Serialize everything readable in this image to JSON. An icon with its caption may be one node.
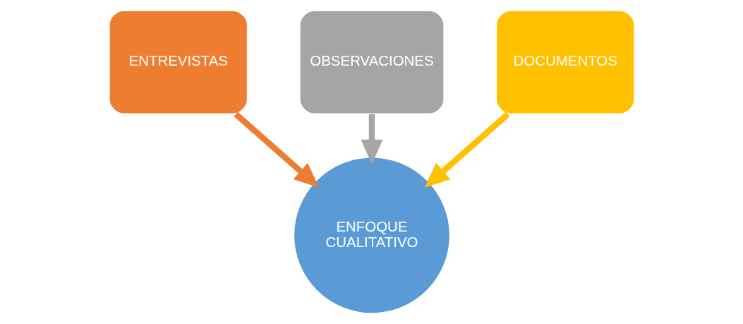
{
  "diagram": {
    "nodes": [
      {
        "text": [
          "ENTREVISTAS"
        ]
      },
      {
        "text": [
          "OBSERVACIONES"
        ]
      },
      {
        "text": [
          "DOCUMENTOS"
        ]
      },
      {
        "text": [
          "ENFOQUE CUALITATIVO"
        ]
      }
    ],
    "edges": [
      {
        "from": 0,
        "to": 3,
        "arrow": "to",
        "color": "#ed7d31"
      },
      {
        "from": 1,
        "to": 3,
        "arrow": "to",
        "color": "#a5a5a5"
      },
      {
        "from": 2,
        "to": 3,
        "arrow": "to",
        "color": "#ffc000"
      }
    ]
  }
}
